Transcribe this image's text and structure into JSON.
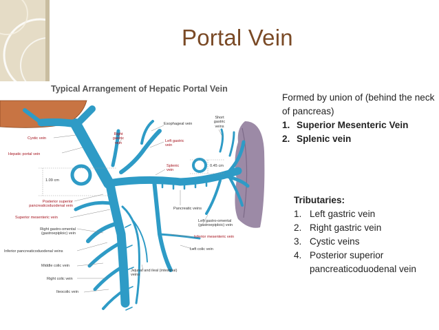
{
  "slide": {
    "title": "Portal Vein"
  },
  "diagram": {
    "title": "Typical Arrangement of Hepatic Portal Vein",
    "labels": {
      "cystic": "Cystic vein",
      "hepatic_portal": "Hepatic portal vein",
      "measure_left": "1.09 cm",
      "posterior_superior": [
        "Posterior superior",
        "pancreaticoduodenal vein"
      ],
      "superior_mesenteric": "Superior mesenteric vein",
      "right_gastro_omental": [
        "Right gastro-omental",
        "(gastroepiploic) vein"
      ],
      "inferior_pancreaticoduodenal": "Inferior pancreaticoduodenal veins",
      "middle_colic": "Middle colic vein",
      "right_colic": "Right colic vein",
      "ileocolic": "Ileocolic vein",
      "right_gastric": [
        "Right",
        "gastric",
        "vein"
      ],
      "esophageal": "Esophageal vein",
      "short_gastric": [
        "Short",
        "gastric",
        "veins"
      ],
      "left_gastric": [
        "Left gastric",
        "vein"
      ],
      "splenic": [
        "Splenic",
        "vein"
      ],
      "measure_right": "0.45 cm",
      "pancreatic": "Pancreatic veins",
      "left_gastro_omental": [
        "Left gastro-omental",
        "(gastroepiploic) vein"
      ],
      "inferior_mesenteric": "Inferior mesenteric vein",
      "left_colic": "Left colic vein",
      "jejunal_ileal": [
        "Jejunal and ileal (intestinal)",
        "veins"
      ]
    }
  },
  "formed": {
    "intro": "Formed by union of (behind the neck of pancreas)",
    "items": [
      {
        "num": "1.",
        "text": "Superior Mesenteric Vein"
      },
      {
        "num": "2.",
        "text": "Splenic vein"
      }
    ]
  },
  "tributaries": {
    "heading": "Tributaries:",
    "items": [
      {
        "num": "1.",
        "text": "Left gastric vein"
      },
      {
        "num": "2.",
        "text": "Right gastric vein"
      },
      {
        "num": "3.",
        "text": "Cystic veins"
      },
      {
        "num": "4.",
        "text": "Posterior superior pancreaticoduodenal vein"
      }
    ]
  },
  "colors": {
    "title": "#7a4a26",
    "vein": "#2e9bc6",
    "vein_dark": "#1a6f95",
    "liver": "#c87443",
    "spleen": "#9c8aa6",
    "label_red": "#a4121c"
  }
}
